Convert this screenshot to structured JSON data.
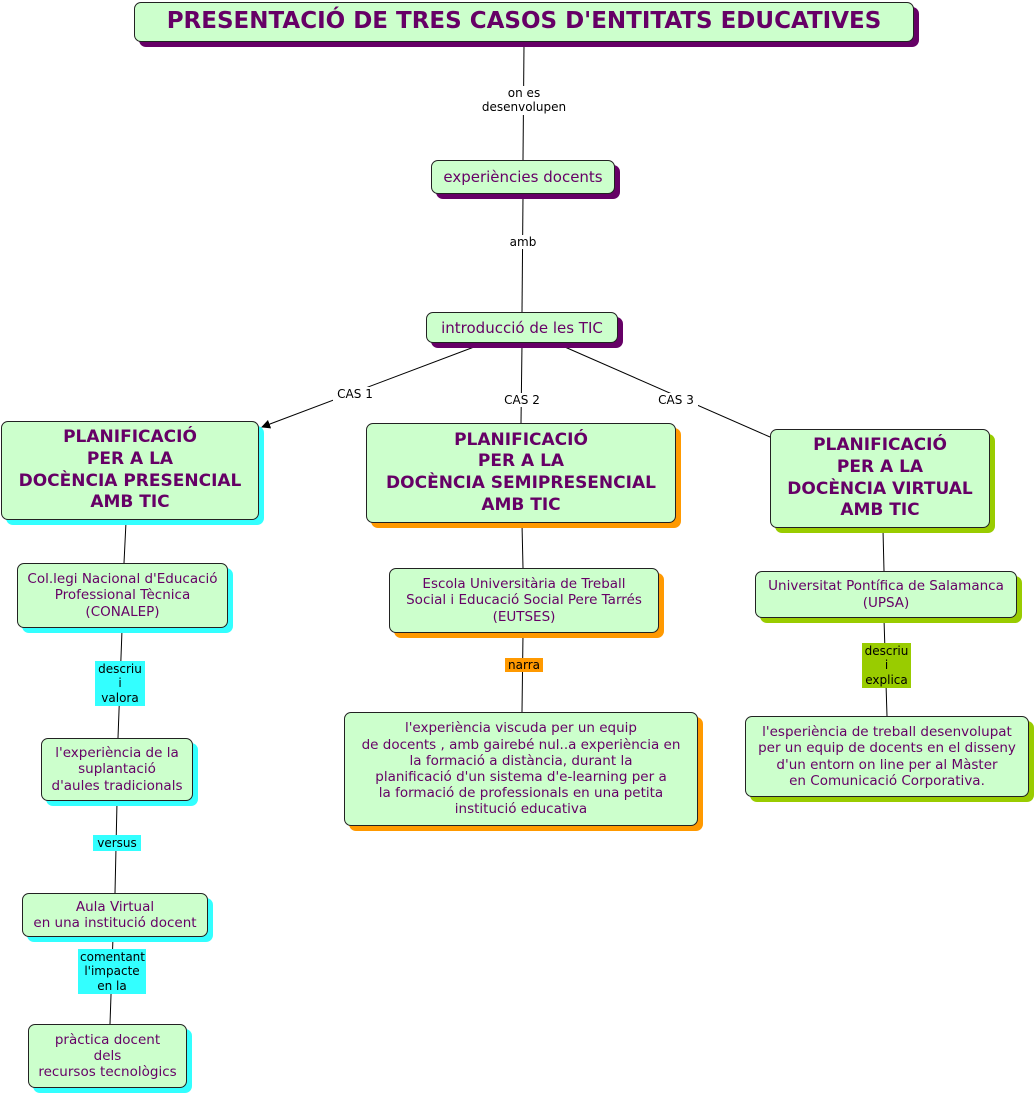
{
  "title": "PRESENTACIÓ DE TRES CASOS D'ENTITATS EDUCATIVES",
  "nodes": {
    "experiencies": "experiències docents",
    "introduccio": "introducció de les TIC",
    "plan_presencial": "PLANIFICACIÓ\nPER A LA\nDOCÈNCIA PRESENCIAL\nAMB TIC",
    "plan_semipresencial": "PLANIFICACIÓ\nPER A LA\nDOCÈNCIA SEMIPRESENCIAL\nAMB TIC",
    "plan_virtual": "PLANIFICACIÓ\nPER A LA\nDOCÈNCIA VIRTUAL\nAMB TIC",
    "conalep": "Col.legi Nacional d'Educació\nProfessional Tècnica\n(CONALEP)",
    "eutses": "Escola Universitària de Treball\nSocial i Educació Social Pere Tarrés\n(EUTSES)",
    "upsa": "Universitat Pontífica de Salamanca\n(UPSA)",
    "suplantacio": "l'experiència de la\nsuplantació\nd'aules tradicionals",
    "aula_virtual": "Aula Virtual\nen una institució docent",
    "practica": "pràctica docent\ndels\nrecursos tecnològics",
    "exp_eutses": "l'experiència viscuda per un equip\nde docents , amb gairebé nul..a experiència en\nla formació a distància, durant la\nplanificació d'un sistema d'e-learning per a\nla formació de professionals en una petita\ninstitució educativa",
    "exp_upsa": "l'esperiència de treball desenvolupat\nper un equip de docents en el disseny\nd'un entorn on line per al Màster\nen Comunicació Corporativa."
  },
  "links": {
    "on_es": "on es\ndesenvolupen",
    "amb": "amb",
    "cas1": "CAS 1",
    "cas2": "CAS 2",
    "cas3": "CAS 3",
    "descriu_valora": "descriu\ni\nvalora",
    "versus": "versus",
    "comentant": "comentant\nl'impacte\nen la",
    "narra": "narra",
    "descriu_explica": "descriu\ni\nexplica"
  },
  "colors": {
    "node_fill": "#ccffcc",
    "text": "#660066",
    "shadow_purple": "#660066",
    "shadow_cyan": "#33ffff",
    "shadow_orange": "#ff9900",
    "shadow_green": "#99cc00"
  }
}
